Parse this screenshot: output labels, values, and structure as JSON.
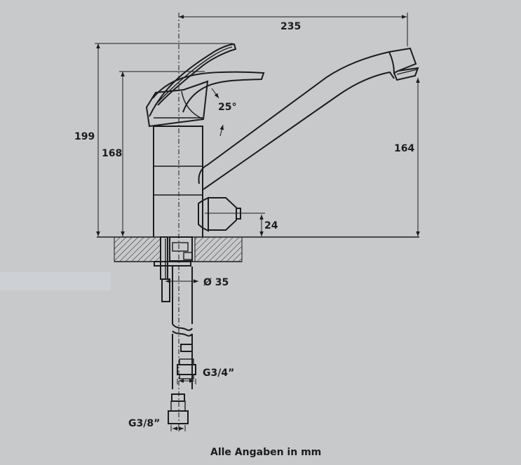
{
  "dimensions": {
    "width_total": "235",
    "height_total": "199",
    "height_lever": "168",
    "height_spout": "164",
    "angle": "25°",
    "outlet_height": "24",
    "hole_diameter": "Ø 35",
    "thread_large": "G3/4”",
    "thread_small": "G3/8”"
  },
  "footer": {
    "note": "Alle Angaben in mm"
  },
  "colors": {
    "background": "#c8c9cb",
    "ink": "#1c1c1c"
  }
}
